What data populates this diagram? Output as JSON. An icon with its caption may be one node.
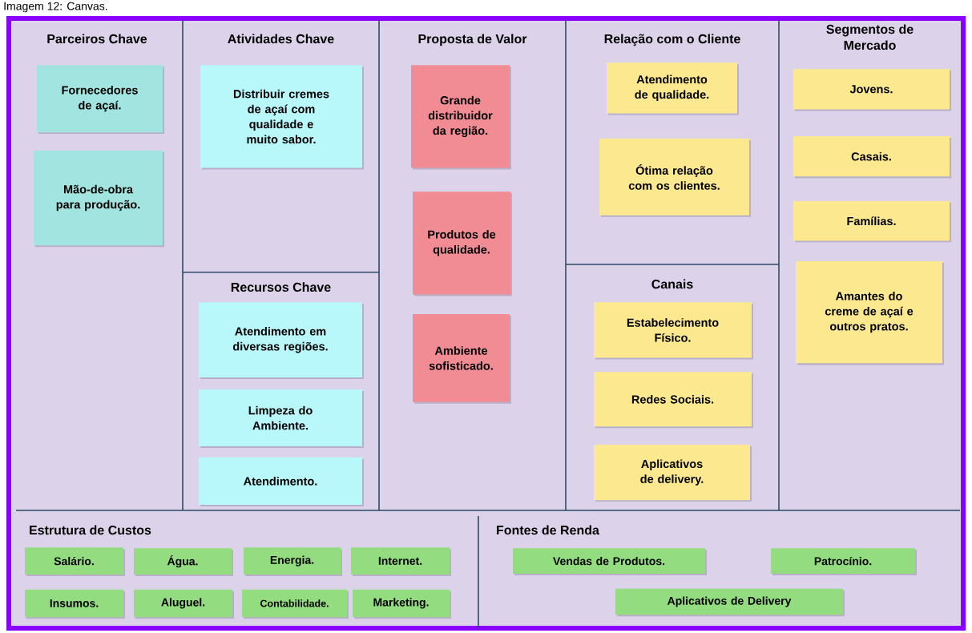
{
  "diagram": {
    "title": "Imagem 12: Canvas.",
    "nodes": [
      {
        "text": [
          "Parceiros Chave"
        ]
      },
      {
        "text": [
          "Fornecedores de açaí."
        ],
        "in": 0
      },
      {
        "text": [
          "Mão-de-obra para produção."
        ],
        "in": 0
      },
      {
        "text": [
          "Atividades Chave"
        ]
      },
      {
        "text": [
          "Distribuir cremes de açaí com qualidade e muito sabor."
        ],
        "in": 3
      },
      {
        "text": [
          "Recursos Chave"
        ]
      },
      {
        "text": [
          "Atendimento em diversas regiões."
        ],
        "in": 5
      },
      {
        "text": [
          "Limpeza do Ambiente."
        ],
        "in": 5
      },
      {
        "text": [
          "Atendimento."
        ],
        "in": 5
      },
      {
        "text": [
          "Proposta de Valor"
        ]
      },
      {
        "text": [
          "Grande distribuidor da região."
        ],
        "in": 9
      },
      {
        "text": [
          "Produtos de qualidade."
        ],
        "in": 9
      },
      {
        "text": [
          "Ambiente sofisticado."
        ],
        "in": 9
      },
      {
        "text": [
          "Relação com o Cliente"
        ]
      },
      {
        "text": [
          "Atendimento de qualidade."
        ],
        "in": 13
      },
      {
        "text": [
          "Ótima relação com os clientes."
        ],
        "in": 13
      },
      {
        "text": [
          "Canais"
        ]
      },
      {
        "text": [
          "Estabelecimento Físico."
        ],
        "in": 16
      },
      {
        "text": [
          "Redes Sociais."
        ],
        "in": 16
      },
      {
        "text": [
          "Aplicativos de delivery."
        ],
        "in": 16
      },
      {
        "text": [
          "Segmentos de Mercado"
        ]
      },
      {
        "text": [
          "Jovens."
        ],
        "in": 20
      },
      {
        "text": [
          "Casais."
        ],
        "in": 20
      },
      {
        "text": [
          "Famílias."
        ],
        "in": 20
      },
      {
        "text": [
          "Amantes do creme de açaí e outros pratos."
        ],
        "in": 20
      },
      {
        "text": [
          "Estrutura de Custos"
        ]
      },
      {
        "text": [
          "Salário."
        ],
        "in": 25
      },
      {
        "text": [
          "Água."
        ],
        "in": 25
      },
      {
        "text": [
          "Energia."
        ],
        "in": 25
      },
      {
        "text": [
          "Internet."
        ],
        "in": 25
      },
      {
        "text": [
          "Insumos."
        ],
        "in": 25
      },
      {
        "text": [
          "Aluguel."
        ],
        "in": 25
      },
      {
        "text": [
          "Contabilidade."
        ],
        "in": 25
      },
      {
        "text": [
          "Marketing."
        ],
        "in": 25
      },
      {
        "text": [
          "Fontes de Renda"
        ]
      },
      {
        "text": [
          "Vendas de Produtos."
        ],
        "in": 34
      },
      {
        "text": [
          "Patrocínio."
        ],
        "in": 34
      },
      {
        "text": [
          "Aplicativos de Delivery"
        ],
        "in": 34
      }
    ]
  }
}
